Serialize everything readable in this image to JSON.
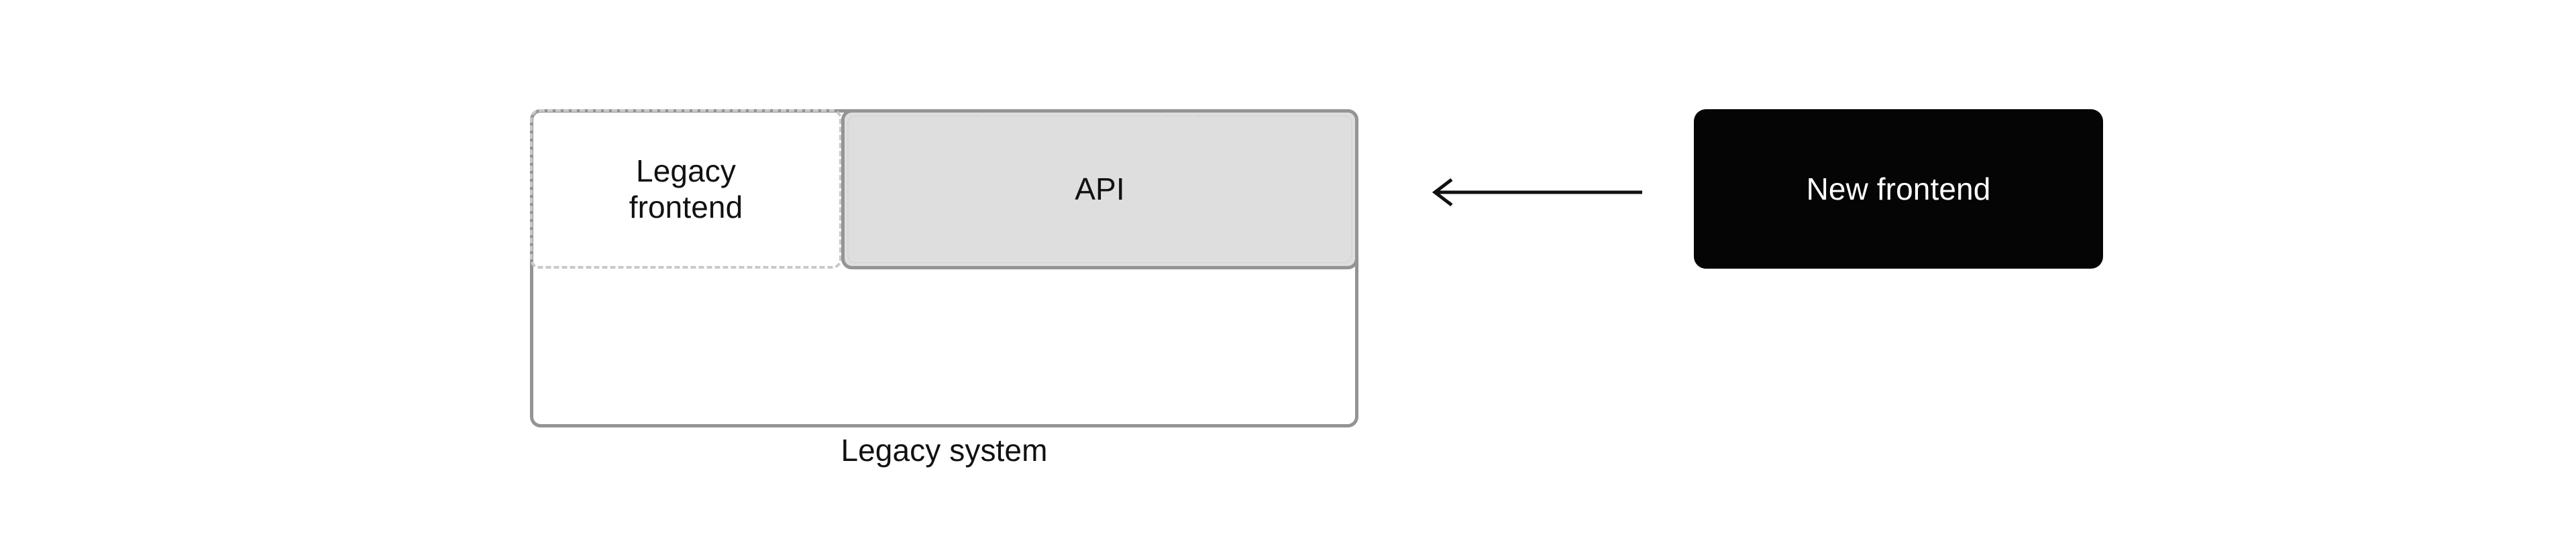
{
  "diagram": {
    "title": "Strangler fig / legacy modernization diagram",
    "background_color": "#ffffff",
    "nodes": {
      "legacy_system": {
        "label": "Legacy system",
        "border_color": "#949494",
        "fill_color": "#ffffff",
        "style": "solid-rounded"
      },
      "legacy_frontend": {
        "label_line1": "Legacy",
        "label_line2": "frontend",
        "label": "Legacy frontend",
        "border_color": "#c9c9c9",
        "fill_color": "#ffffff",
        "style": "dashed-rounded"
      },
      "api": {
        "label": "API",
        "border_color": "#949494",
        "fill_color": "#dedede",
        "style": "solid-rounded-filled"
      },
      "new_frontend": {
        "label": "New frontend",
        "border_color": "#050505",
        "fill_color": "#050505",
        "text_color": "#ffffff",
        "style": "solid-rounded-filled"
      }
    },
    "edges": [
      {
        "name": "new-frontend-to-api",
        "from": "new_frontend",
        "to": "api",
        "direction": "left",
        "label": "",
        "color": "#111111",
        "style": "solid-arrow"
      }
    ]
  }
}
